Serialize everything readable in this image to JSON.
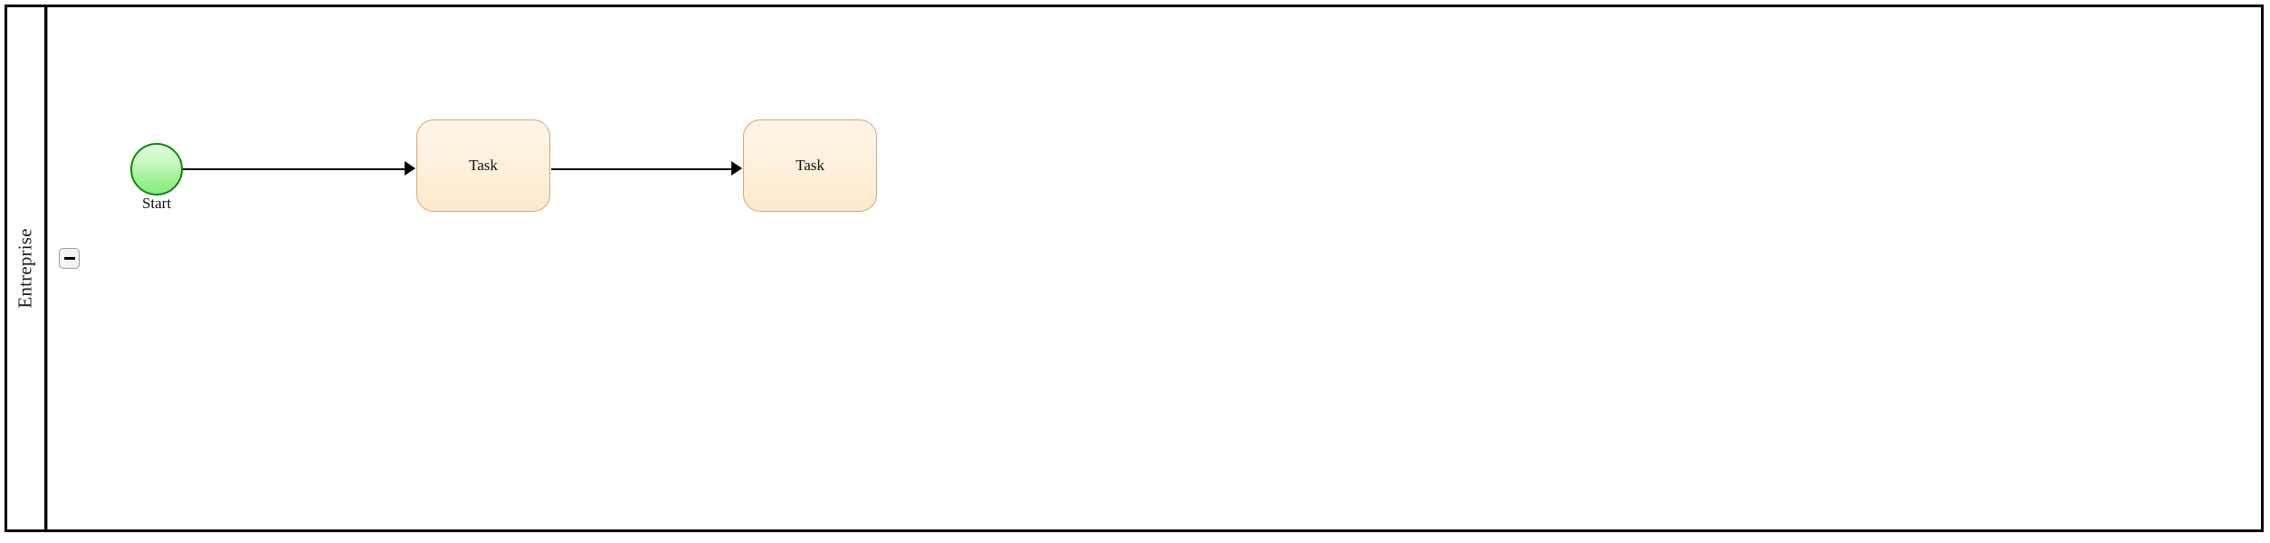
{
  "diagram": {
    "type": "bpmn-process-diagram",
    "background_color": "#ffffff",
    "pool": {
      "name": "Entreprise",
      "border_color": "#000000",
      "collapse_toggle": {
        "icon": "minus-icon",
        "state": "expanded",
        "tooltip": "Collapse"
      }
    },
    "elements": [
      {
        "id": "start-event",
        "type": "start-event",
        "label": "Start",
        "shape": "circle",
        "fill_top": "#e2ffe2",
        "fill_bottom": "#86ec7c",
        "stroke": "#0b8a0b"
      },
      {
        "id": "task-1",
        "type": "task",
        "label": "Task",
        "shape": "rounded-rectangle",
        "fill_top": "#fdf5e7",
        "fill_bottom": "#fdeacd",
        "stroke": "#d2a775"
      },
      {
        "id": "task-2",
        "type": "task",
        "label": "Task",
        "shape": "rounded-rectangle",
        "fill_top": "#fdf5e7",
        "fill_bottom": "#fdeacd",
        "stroke": "#d2a775"
      }
    ],
    "flows": [
      {
        "id": "flow-1",
        "type": "sequence-flow",
        "from": "start-event",
        "to": "task-1",
        "label": "",
        "stroke": "#000000"
      },
      {
        "id": "flow-2",
        "type": "sequence-flow",
        "from": "task-1",
        "to": "task-2",
        "label": "",
        "stroke": "#000000"
      }
    ]
  }
}
